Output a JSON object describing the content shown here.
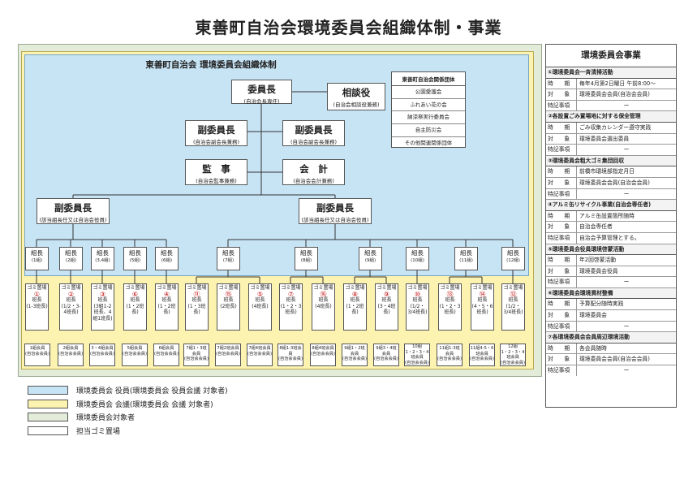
{
  "title": "東善町自治会環境委員会組織体制・事業",
  "colors": {
    "blue": "#c7e4f5",
    "yellow": "#fdf3b0",
    "green": "#e3ecd9",
    "white": "#ffffff",
    "red_numbers": "#c00000"
  },
  "org": {
    "header": "東善町自治会 環境委員会組織体制",
    "chair": {
      "title": "委員長",
      "sub": "(自治会長専任)"
    },
    "advisor": {
      "title": "相談役",
      "sub": "(自治会相談役兼務)"
    },
    "vice_chair_left": {
      "title": "副委員長",
      "sub": "(自治会副会長兼務)"
    },
    "vice_chair_right": {
      "title": "副委員長",
      "sub": "(自治会副会長兼務)"
    },
    "auditor": {
      "title": "監　事",
      "sub": "(自治会監事兼務)"
    },
    "accountant": {
      "title": "会　計",
      "sub": "(自治会会計兼務)"
    },
    "vice_low_left": {
      "title": "副委員長",
      "sub": "(該当組長任又は自治会役員)"
    },
    "vice_low_right": {
      "title": "副委員長",
      "sub": "(該当組長任又は自治会役員)"
    },
    "related": {
      "title": "東善町自治会関係団体",
      "items": [
        "公園愛護会",
        "ふれあい花の会",
        "納涼祭実行委員会",
        "自主防災会",
        "その他関連関係団体"
      ]
    },
    "group_leaders": [
      {
        "label": "組長",
        "sub": "(1組)"
      },
      {
        "label": "組長",
        "sub": "(2組)"
      },
      {
        "label": "組長",
        "sub": "(3,4組)"
      },
      {
        "label": "組長",
        "sub": "(5組)"
      },
      {
        "label": "組長",
        "sub": "(6組)"
      },
      {
        "label": "組長",
        "sub": "(7組)"
      },
      {
        "label": "組長",
        "sub": "(8組)"
      },
      {
        "label": "組長",
        "sub": "(9組)"
      },
      {
        "label": "組長",
        "sub": "(10組)"
      },
      {
        "label": "組長",
        "sub": "(11組)"
      },
      {
        "label": "組長",
        "sub": "(12組)"
      }
    ],
    "collection_points": [
      {
        "label": "ゴミ置場",
        "num": "①",
        "leader": "班長",
        "leader_sub": "(1-3班長)"
      },
      {
        "label": "ゴミ置場",
        "num": "②",
        "leader": "班長",
        "leader_sub": "(1/2・3-4班長)"
      },
      {
        "label": "ゴミ置場",
        "num": "③",
        "leader": "班長",
        "leader_sub": "(3組1-2班長、4組1班長)"
      },
      {
        "label": "ゴミ置場",
        "num": "⑥",
        "leader": "班長",
        "leader_sub": "(1・2班長)"
      },
      {
        "label": "ゴミ置場",
        "num": "④",
        "leader": "班長",
        "leader_sub": "(1・2班長)"
      },
      {
        "label": "ゴミ置場",
        "num": "⑪",
        "leader": "班長",
        "leader_sub": "(1・3班長)"
      },
      {
        "label": "ゴミ置場",
        "num": "⑮",
        "leader": "班長",
        "leader_sub": "(2班長)"
      },
      {
        "label": "ゴミ置場",
        "num": "⑤",
        "leader": "班長",
        "leader_sub": "(4班長)"
      },
      {
        "label": "ゴミ置場",
        "num": "⑦",
        "leader": "班長",
        "leader_sub": "(1・2・3班長)"
      },
      {
        "label": "ゴミ置場",
        "num": "⑯",
        "leader": "班長",
        "leader_sub": "(4班長)"
      },
      {
        "label": "ゴミ置場",
        "num": "⑧",
        "leader": "班長",
        "leader_sub": "(1・2班長)"
      },
      {
        "label": "ゴミ置場",
        "num": "⑨",
        "leader": "班長",
        "leader_sub": "(3・4班長)"
      },
      {
        "label": "ゴミ置場",
        "num": "⑩",
        "leader": "班長",
        "leader_sub": "(1/2・3/4班長)"
      },
      {
        "label": "ゴミ置場",
        "num": "⑬",
        "leader": "班長",
        "leader_sub": "(1・2・3班長)"
      },
      {
        "label": "ゴミ置場",
        "num": "⑭",
        "leader": "班長",
        "leader_sub": "(4・5・6班長)"
      },
      {
        "label": "ゴミ置場",
        "num": "⑫",
        "leader": "班長",
        "leader_sub": "(1/2・3/4班長)"
      }
    ],
    "members": [
      {
        "l1": "1組会員",
        "l2": "(自治会会員)"
      },
      {
        "l1": "2組会員",
        "l2": "(自治会会員)"
      },
      {
        "l1": "3・4組会員",
        "l2": "(自治会会員)"
      },
      {
        "l1": "5組会員",
        "l2": "(自治会会員)"
      },
      {
        "l1": "6組会員",
        "l2": "(自治会会員)"
      },
      {
        "l1": "7組1・3班会員",
        "l2": "(自治会会員)"
      },
      {
        "l1": "7組2班会員",
        "l2": "(自治会会員)"
      },
      {
        "l1": "7組4班会員",
        "l2": "(自治会会員)"
      },
      {
        "l1": "8組1-3班会員",
        "l2": "(自治会会員)"
      },
      {
        "l1": "8組4班会員",
        "l2": "(自治会会員)"
      },
      {
        "l1": "9組1・2班会員",
        "l2": "(自治会会員)"
      },
      {
        "l1": "9組3・4班会員",
        "l2": "(自治会会員)"
      },
      {
        "l1": "10組",
        "l2": "1・2・3・4班会員",
        "l3": "(自治会会員)"
      },
      {
        "l1": "11組1-3班会員",
        "l2": "(自治会会員)"
      },
      {
        "l1": "11組4-5・6班会員",
        "l2": "(自治会会員)"
      },
      {
        "l1": "12組",
        "l2": "1・2・3・4班会員",
        "l3": "(自治会会員)"
      }
    ]
  },
  "legend": [
    {
      "text": "環境委員会 役員(環境委員会 役員会議 対象者)",
      "color": "#c7e4f5"
    },
    {
      "text": "環境委員会 会議(環境委員会 会議 対象者)",
      "color": "#fdf3b0"
    },
    {
      "text": "環境委員会対象者",
      "color": "#e3ecd9"
    },
    {
      "text": "担当ゴミ置場",
      "color": "#ffffff"
    }
  ],
  "panel": {
    "title": "環境委員会事業",
    "sections": [
      {
        "head": "①環境委員会一斉清掃活動",
        "rows": [
          [
            "時　　期",
            "毎年4月第2日曜日 午前8:00～"
          ],
          [
            "対　　象",
            "環境委員会会員(自治会会員)"
          ],
          [
            "特記事項",
            "ー"
          ]
        ]
      },
      {
        "head": "②各設置ごみ置場地に対する保全管理",
        "rows": [
          [
            "時　　期",
            "ごみ収集カレンダー遵守実践"
          ],
          [
            "対　　象",
            "環境委員会選出委員"
          ],
          [
            "特記事項",
            "ー"
          ]
        ]
      },
      {
        "head": "③環境委員会粗大ゴミ集団回収",
        "rows": [
          [
            "時　　期",
            "前橋市環境部指定月日"
          ],
          [
            "対　　象",
            "環境委員会会員(自治会会員)"
          ],
          [
            "特記事項",
            "ー"
          ]
        ]
      },
      {
        "head": "④アルミ缶リサイクル事業(自治会専任者)",
        "rows": [
          [
            "時　　期",
            "アルミ缶設置箇所随時"
          ],
          [
            "対　　象",
            "自治会専任者"
          ],
          [
            "特記事項",
            "自治会予算管理とする。"
          ]
        ]
      },
      {
        "head": "⑤環境委員会役員環境啓蒙活動",
        "rows": [
          [
            "時　　期",
            "年2回啓蒙活動"
          ],
          [
            "対　　象",
            "環境委員会役員"
          ],
          [
            "特記事項",
            "ー"
          ]
        ]
      },
      {
        "head": "⑥環境委員会環境資材整備",
        "rows": [
          [
            "時　　期",
            "予算配分随時実践"
          ],
          [
            "対　　象",
            "環境委員会"
          ],
          [
            "特記事項",
            "ー"
          ]
        ]
      },
      {
        "head": "⑦各環境委員会会員周辺環境活動",
        "rows": [
          [
            "時　　期",
            "各会員随時"
          ],
          [
            "対　　象",
            "環境委員会会員(自治会会員)"
          ],
          [
            "特記事項",
            "ー"
          ]
        ]
      }
    ]
  }
}
